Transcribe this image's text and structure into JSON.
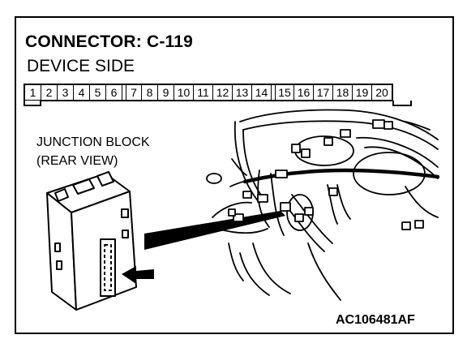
{
  "title": "CONNECTOR: C-119",
  "subtitle": "DEVICE SIDE",
  "connector_pins": [
    "1",
    "2",
    "3",
    "4",
    "5",
    "6",
    "7",
    "8",
    "9",
    "10",
    "11",
    "12",
    "13",
    "14",
    "15",
    "16",
    "17",
    "18",
    "19",
    "20"
  ],
  "junction_block_label": [
    "JUNCTION BLOCK",
    "(REAR VIEW)"
  ],
  "figure_id": "AC106481AF"
}
